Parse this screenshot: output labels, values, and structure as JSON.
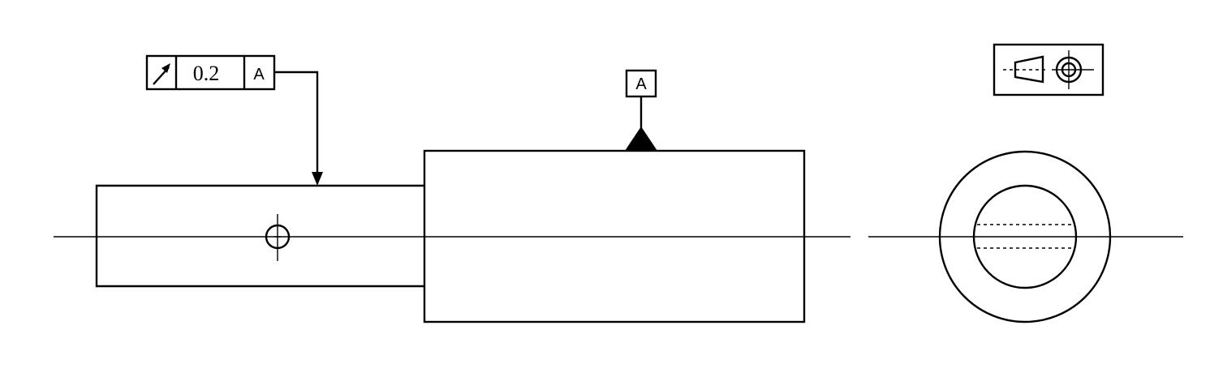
{
  "feature_control_frame": {
    "symbol": "runout-arrow-icon",
    "tolerance": "0.2",
    "datum_ref": "A"
  },
  "datum_label": {
    "letter": "A"
  },
  "projection_symbol": {
    "symbol": "first-angle-projection-icon"
  },
  "colors": {
    "line": "#000000",
    "background": "#ffffff"
  }
}
